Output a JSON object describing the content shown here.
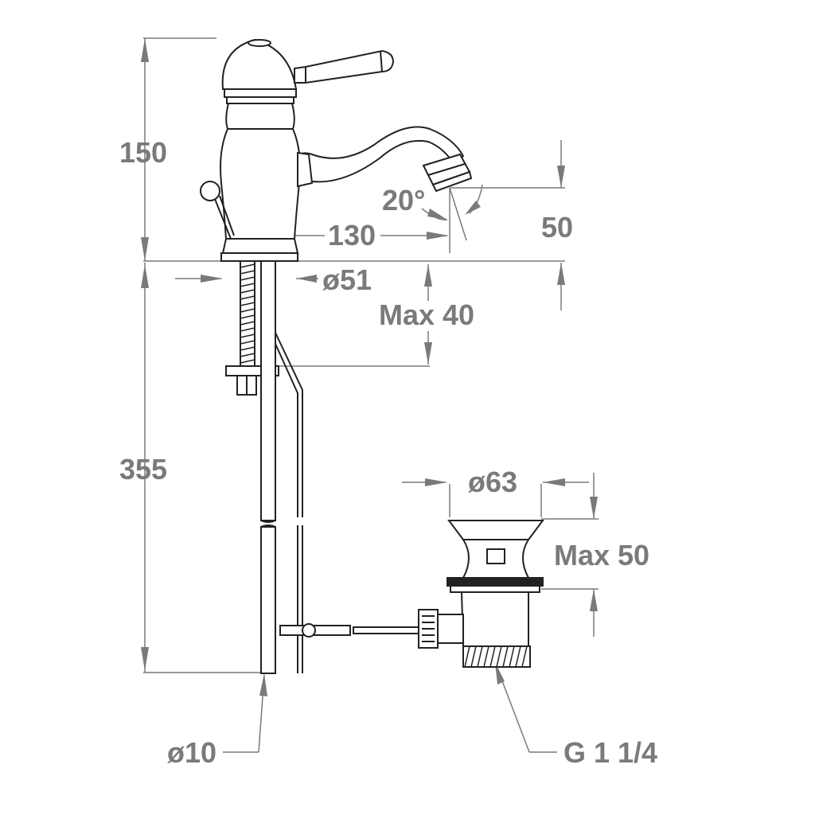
{
  "dimensions": {
    "height_upper": "150",
    "height_lower": "355",
    "spout_reach": "130",
    "spout_angle": "20°",
    "spout_height": "50",
    "base_diameter": "ø51",
    "max_deck": "Max 40",
    "waste_diameter": "ø63",
    "max_waste": "Max 50",
    "rod_diameter": "ø10",
    "waste_thread": "G 1 1/4"
  }
}
